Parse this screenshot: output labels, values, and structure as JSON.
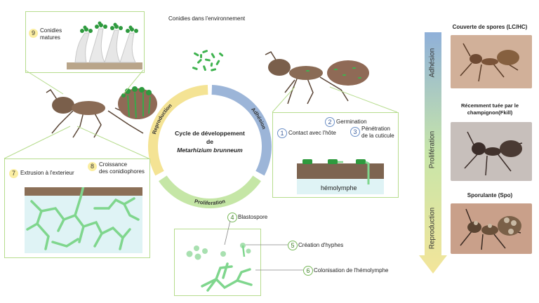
{
  "top": {
    "environment_label": "Conidies dans l'environnement"
  },
  "cycle": {
    "title_line1": "Cycle de développement",
    "title_line2": "de",
    "title_line3": "Metarhizium brunneum",
    "seg_reproduction": "Reproduction",
    "seg_adhesion": "Adhésion",
    "seg_proliferation": "Proliferation",
    "colors": {
      "reproduction": "#f4e394",
      "adhesion": "#9cb5d8",
      "proliferation": "#c5e6a6"
    }
  },
  "step9": {
    "num": "9",
    "label_line1": "Conidies",
    "label_line2": "matures"
  },
  "left_box": {
    "step7_num": "7",
    "step7_label": "Extrusion à l'exterieur",
    "step8_num": "8",
    "step8_line1": "Croissance",
    "step8_line2": "des conidiophores"
  },
  "right_box": {
    "step1_num": "1",
    "step1_label": "Contact avec l'hôte",
    "step2_num": "2",
    "step2_label": "Germination",
    "step3_num": "3",
    "step3_line1": "Pénétration",
    "step3_line2": "de la cuticule",
    "hemo_label": "hémolymphe"
  },
  "bottom": {
    "step4_num": "4",
    "step4_label": "Blastospore",
    "step5_num": "5",
    "step5_label": "Création d'hyphes",
    "step6_num": "6",
    "step6_label": "Colonisation de l'hémolymphe"
  },
  "sidebar": {
    "photo1_title": "Couverte de spores (LC/HC)",
    "photo2_line1": "Récemment tuée par le",
    "photo2_line2": "champignon(Fkill)",
    "photo3_title": "Sporulante (Spo)",
    "arrow_adhesion": "Adhésion",
    "arrow_proliferation": "Prolifération",
    "arrow_reproduction": "Reproduction"
  }
}
